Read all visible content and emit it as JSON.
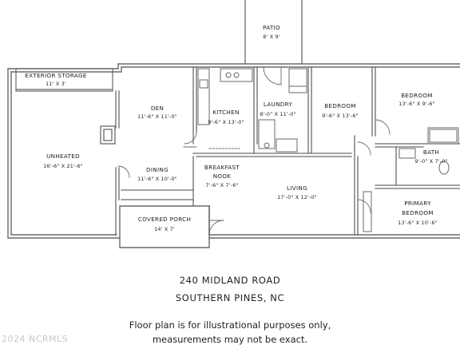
{
  "rooms": {
    "patio": {
      "name": "PATIO",
      "size": "8' X 9'"
    },
    "exterior_storage": {
      "name": "EXTERIOR STORAGE",
      "size": "11' X 3'"
    },
    "den": {
      "name": "DEN",
      "size": "11'-6\" X 11'-0\""
    },
    "kitchen": {
      "name": "KITCHEN",
      "size": "9'-6\" X 13'-0\""
    },
    "laundry": {
      "name": "LAUNDRY",
      "size": "8'-0\" X 11'-0\""
    },
    "bedroom_1": {
      "name": "BEDROOM",
      "size": "9'-6\" X 13'-6\""
    },
    "bedroom_2": {
      "name": "BEDROOM",
      "size": "13'-6\" X 9'-6\""
    },
    "unheated": {
      "name": "UNHEATED",
      "size": "16'-6\" X 21'-6\""
    },
    "dining": {
      "name": "DINING",
      "size": "11'-6\" X 10'-0\""
    },
    "breakfast_nook": {
      "name": "BREAKFAST",
      "name2": "NOOK",
      "size": "7'-6\" X 7'-6\""
    },
    "living": {
      "name": "LIVING",
      "size": "17'-0\" X 12'-0\""
    },
    "bath": {
      "name": "BATH",
      "size": "9'-0\" X 7'-0\""
    },
    "primary_bedroom": {
      "name": "PRIMARY",
      "name2": "BEDROOM",
      "size": "13'-6\" X 10'-6\""
    },
    "covered_porch": {
      "name": "COVERED PORCH",
      "size": "14' X 7'"
    }
  },
  "address": {
    "line1": "240 MIDLAND ROAD",
    "line2": "SOUTHERN PINES, NC"
  },
  "disclaimer": {
    "line1": "Floor plan is for illustrational purposes only,",
    "line2": "measurements may not be exact."
  },
  "watermark": "2024 NCRMLS"
}
